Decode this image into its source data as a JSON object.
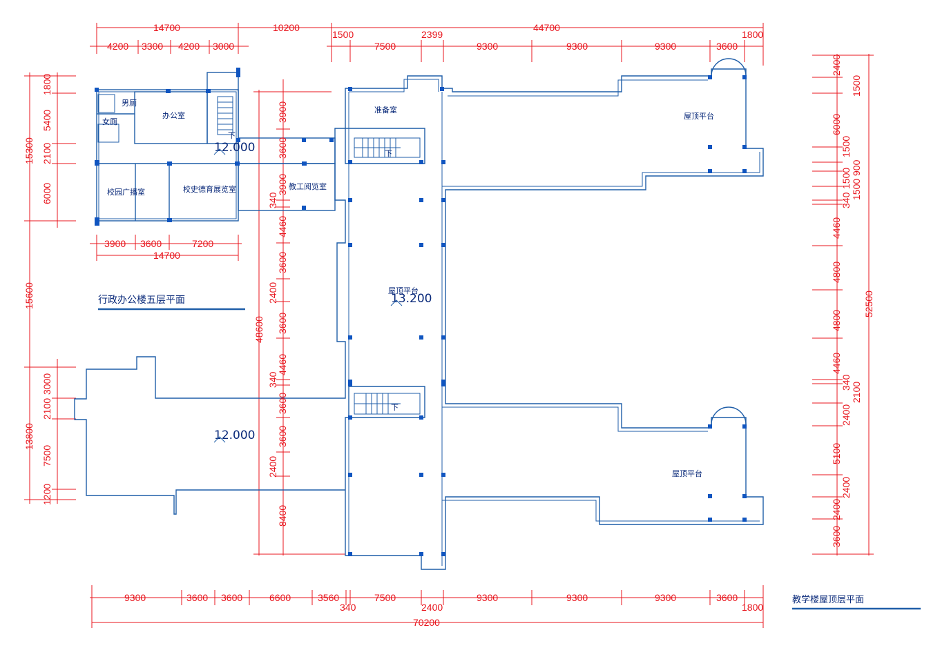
{
  "titles": {
    "admin_plan": "行政办公楼五层平面",
    "teaching_plan": "教学楼屋顶层平面"
  },
  "rooms": {
    "male_wc": "男厕",
    "female_wc": "女厕",
    "office": "办公室",
    "broadcast": "校园广播室",
    "exhibition": "校史德育展览室",
    "staff_reading": "教工阅览室",
    "prep_room": "准备室",
    "roof_terrace_top": "屋顶平台",
    "roof_terrace_mid": "屋顶平台",
    "roof_terrace_bottom": "屋顶平台",
    "stair_down_1": "下",
    "stair_down_2": "下",
    "stair_down_3": "下"
  },
  "levels": {
    "admin_top": "12.000",
    "center": "13.200",
    "admin_bottom": "12.000"
  },
  "dims": {
    "top_overall": [
      "14700",
      "10200",
      "44700"
    ],
    "top_admin": [
      "4200",
      "3300",
      "4200",
      "3000"
    ],
    "top_teaching": [
      "1500",
      "2399",
      "7500",
      "9300",
      "9300",
      "9300",
      "3600",
      "1800"
    ],
    "admin_below": [
      "3900",
      "3600",
      "7200",
      "14700"
    ],
    "left_outer": [
      "15300",
      "15600",
      "13800"
    ],
    "left_top_inner": [
      "1800",
      "5400",
      "2100",
      "6000"
    ],
    "left_bottom_inner": [
      "3000",
      "2100",
      "7500",
      "1200"
    ],
    "mid_total": "48600",
    "mid_inner": [
      "3900",
      "3600",
      "3900",
      "340",
      "4460",
      "3600",
      "2400",
      "3600",
      "4460",
      "340",
      "3600",
      "3600",
      "2400",
      "8400"
    ],
    "right_total": "52500",
    "right_inner": [
      "2400",
      "1500",
      "6000",
      "1500",
      "900",
      "1500",
      "1500",
      "340",
      "4460",
      "4800",
      "4800",
      "4460",
      "340",
      "2100",
      "2400",
      "5100",
      "2400",
      "2400",
      "3600"
    ],
    "bottom_inner": [
      "9300",
      "3600",
      "3600",
      "6600",
      "3560",
      "340",
      "7500",
      "2400",
      "9300",
      "9300",
      "9300",
      "3600",
      "1800"
    ],
    "bottom_total": "70200"
  }
}
